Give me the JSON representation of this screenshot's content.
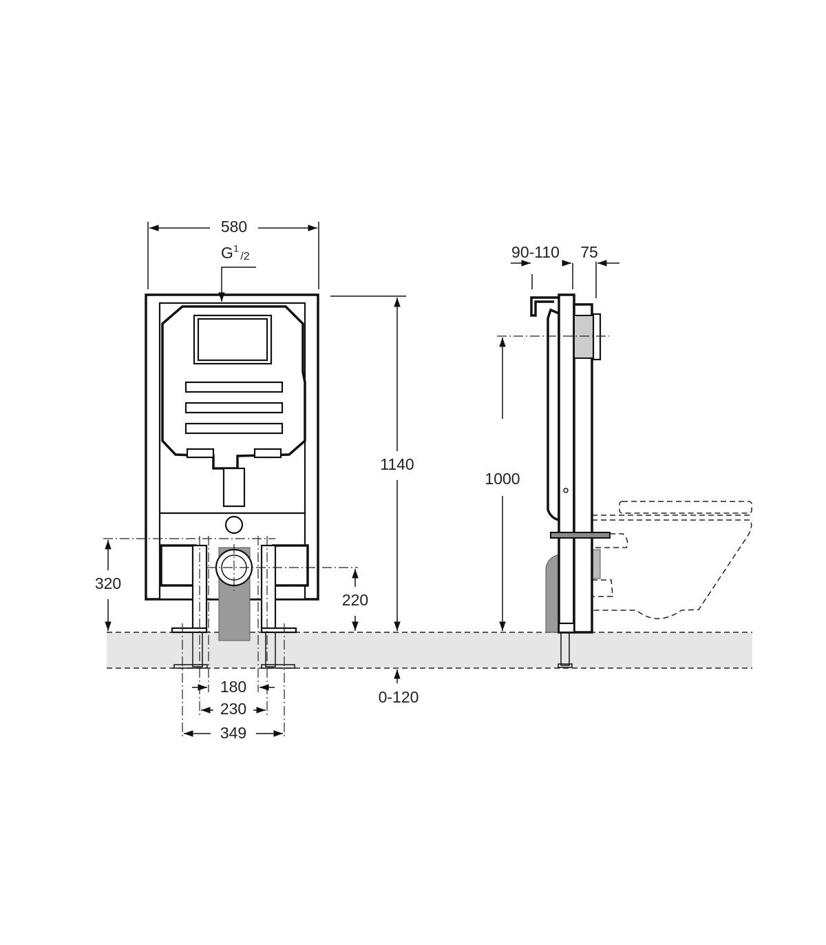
{
  "title": "Concealed cistern frame installation dimensions",
  "colors": {
    "line": "#111111",
    "floor_band": "#e6e6e6",
    "pipe_fill": "#9a9a9a"
  },
  "front_view": {
    "width_label": "580",
    "inlet_label_main": "G",
    "inlet_label_sup": "1",
    "inlet_label_sub": "/2",
    "height_label": "1140",
    "outlet_height_label": "320",
    "drain_height_label": "220",
    "floor_adjust_label": "0-120",
    "foot_inner_label": "180",
    "foot_mid_label": "230",
    "foot_outer_label": "349"
  },
  "side_view": {
    "depth_label": "90-110",
    "flush_plate_label": "75",
    "flush_height_label": "1000"
  }
}
